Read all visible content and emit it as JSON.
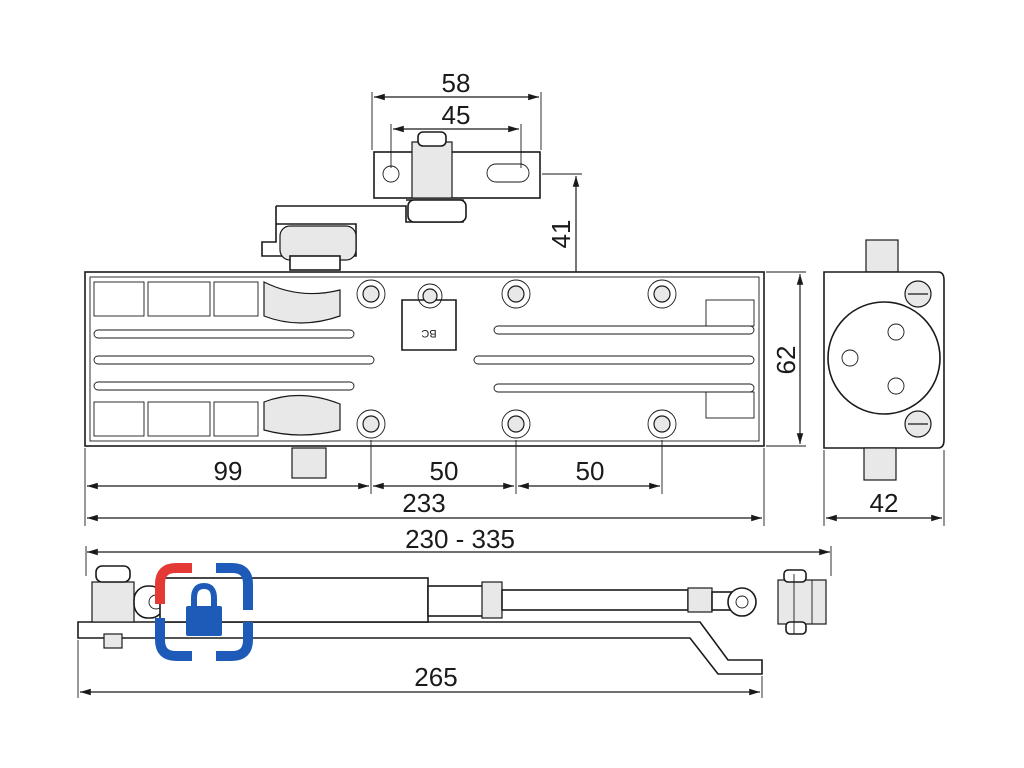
{
  "dimensions": {
    "d58": "58",
    "d45": "45",
    "d41": "41",
    "d62": "62",
    "d99": "99",
    "d50a": "50",
    "d50b": "50",
    "d233": "233",
    "d42": "42",
    "d230_335": "230 - 335",
    "d265": "265"
  },
  "labels": {
    "bc_mark": "BC"
  },
  "logo": {
    "name": "lock-shield-logo",
    "colors": {
      "red": "#e53935",
      "blue": "#1e5bb8"
    }
  }
}
